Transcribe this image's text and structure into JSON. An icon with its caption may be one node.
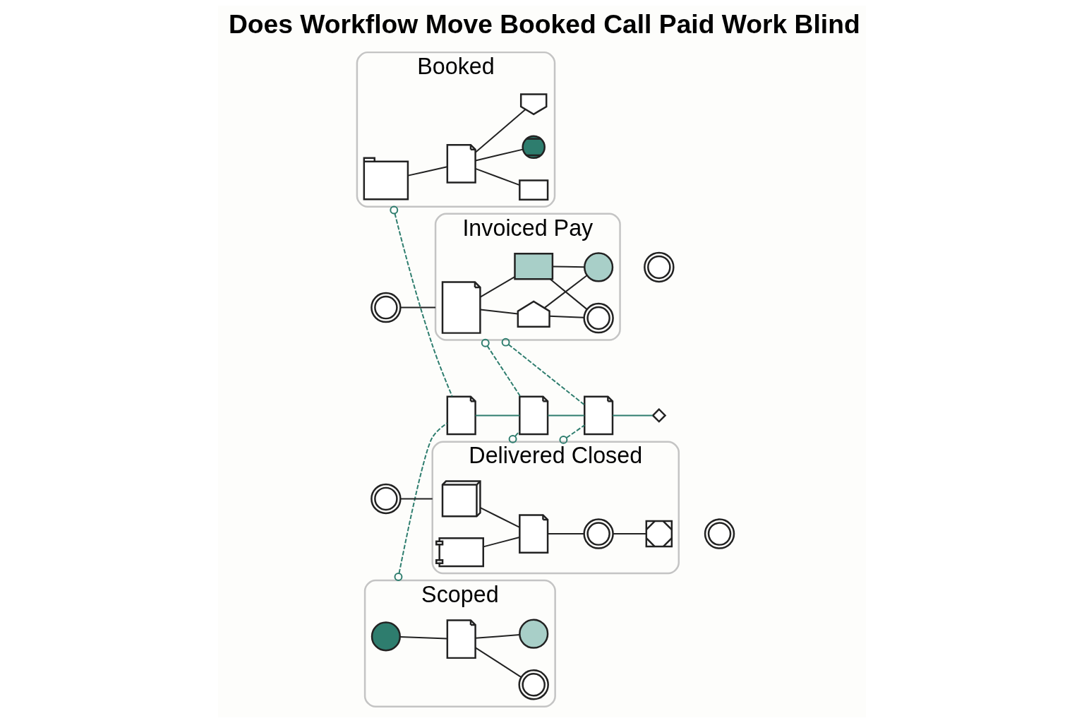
{
  "diagram": {
    "title": "Does Workflow Move Booked Call Paid Work Blind",
    "nodes": [
      {
        "text": [
          "Booked"
        ]
      },
      {
        "text": [],
        "shape": "calendar",
        "in": 0
      },
      {
        "text": [],
        "shape": "document",
        "in": 0
      },
      {
        "text": [],
        "shape": "bell",
        "in": 0
      },
      {
        "text": [],
        "shape": "envelope",
        "in": 0
      },
      {
        "text": [],
        "shape": "share",
        "in": 0
      },
      {
        "text": [],
        "shape": "check"
      },
      {
        "text": [
          "Scoped"
        ]
      },
      {
        "text": [],
        "shape": "target",
        "in": 7
      },
      {
        "text": [],
        "shape": "document",
        "in": 7
      },
      {
        "text": [],
        "shape": "check",
        "in": 7
      },
      {
        "text": [],
        "shape": "alert",
        "in": 7
      },
      {
        "text": [],
        "shape": "check"
      },
      {
        "text": [
          "Invoiced Pay"
        ]
      },
      {
        "text": [],
        "shape": "invoice",
        "in": 13
      },
      {
        "text": [],
        "shape": "bank",
        "in": 13
      },
      {
        "text": [],
        "shape": "card",
        "in": 13
      },
      {
        "text": [],
        "shape": "check",
        "in": 13
      },
      {
        "text": [],
        "shape": "alert",
        "in": 13
      },
      {
        "text": [],
        "shape": "check"
      },
      {
        "text": [
          "Delivered Closed"
        ]
      },
      {
        "text": [],
        "shape": "package",
        "in": 20
      },
      {
        "text": [],
        "shape": "chart",
        "in": 20
      },
      {
        "text": [],
        "shape": "document",
        "in": 20
      },
      {
        "text": [],
        "shape": "check",
        "in": 20
      },
      {
        "text": [],
        "shape": "lock",
        "in": 20
      },
      {
        "text": [],
        "shape": "check"
      },
      {
        "text": [],
        "shape": "document"
      },
      {
        "text": [],
        "shape": "document"
      },
      {
        "text": [],
        "shape": "document"
      },
      {
        "text": [],
        "shape": "diamond"
      }
    ],
    "edges": [
      {
        "from": 1,
        "to": 2,
        "arrow": "none"
      },
      {
        "from": 2,
        "to": 3,
        "arrow": "none"
      },
      {
        "from": 2,
        "to": 4,
        "arrow": "none"
      },
      {
        "from": 2,
        "to": 5,
        "arrow": "none"
      },
      {
        "from": 8,
        "to": 9,
        "arrow": "none"
      },
      {
        "from": 9,
        "to": 10,
        "arrow": "none"
      },
      {
        "from": 9,
        "to": 11,
        "arrow": "none"
      },
      {
        "from": 14,
        "to": 15,
        "arrow": "none"
      },
      {
        "from": 14,
        "to": 16,
        "arrow": "none"
      },
      {
        "from": 15,
        "to": 17,
        "arrow": "none"
      },
      {
        "from": 15,
        "to": 18,
        "arrow": "none"
      },
      {
        "from": 16,
        "to": 17,
        "arrow": "none"
      },
      {
        "from": 16,
        "to": 18,
        "arrow": "none"
      },
      {
        "from": 21,
        "to": 23,
        "arrow": "none"
      },
      {
        "from": 22,
        "to": 23,
        "arrow": "none"
      },
      {
        "from": 23,
        "to": 24,
        "arrow": "none"
      },
      {
        "from": 24,
        "to": 25,
        "arrow": "none"
      },
      {
        "from": 6,
        "to": 13,
        "arrow": "none"
      },
      {
        "from": 12,
        "to": 20,
        "arrow": "none"
      },
      {
        "from": 0,
        "to": 27,
        "arrow": "other",
        "style": "dashed",
        "color": "#2e7d6e"
      },
      {
        "from": 7,
        "to": 27,
        "arrow": "other",
        "style": "dashed",
        "color": "#2e7d6e"
      },
      {
        "from": 13,
        "to": 28,
        "arrow": "other",
        "style": "dashed",
        "color": "#2e7d6e"
      },
      {
        "from": 20,
        "to": 28,
        "arrow": "other",
        "style": "dashed",
        "color": "#2e7d6e"
      },
      {
        "from": 13,
        "to": 29,
        "arrow": "other",
        "style": "dashed",
        "color": "#2e7d6e"
      },
      {
        "from": 20,
        "to": 29,
        "arrow": "other",
        "style": "dashed",
        "color": "#2e7d6e"
      },
      {
        "from": 27,
        "to": 28,
        "arrow": "none",
        "color": "#2e7d6e"
      },
      {
        "from": 28,
        "to": 29,
        "arrow": "none",
        "color": "#2e7d6e"
      },
      {
        "from": 29,
        "to": 30,
        "arrow": "none",
        "color": "#2e7d6e"
      }
    ]
  }
}
